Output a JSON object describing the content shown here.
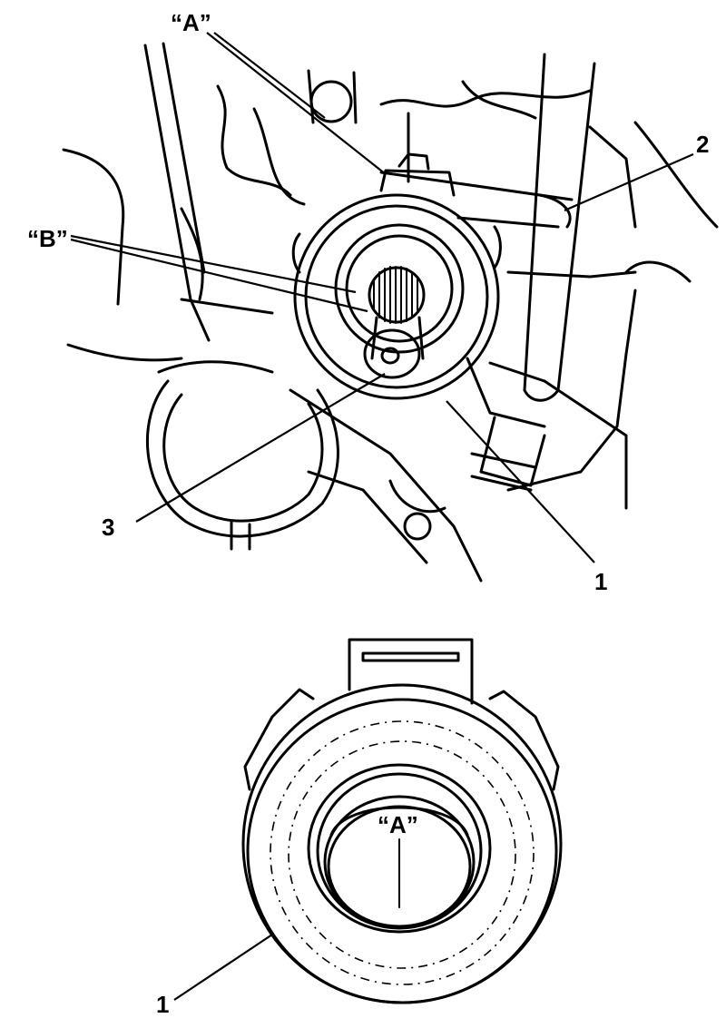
{
  "top_view": {
    "callouts": {
      "a": "“A”",
      "b": "“B”",
      "two": "2",
      "three": "3",
      "one": "1"
    }
  },
  "bottom_view": {
    "callouts": {
      "a": "“A”",
      "one": "1"
    }
  }
}
